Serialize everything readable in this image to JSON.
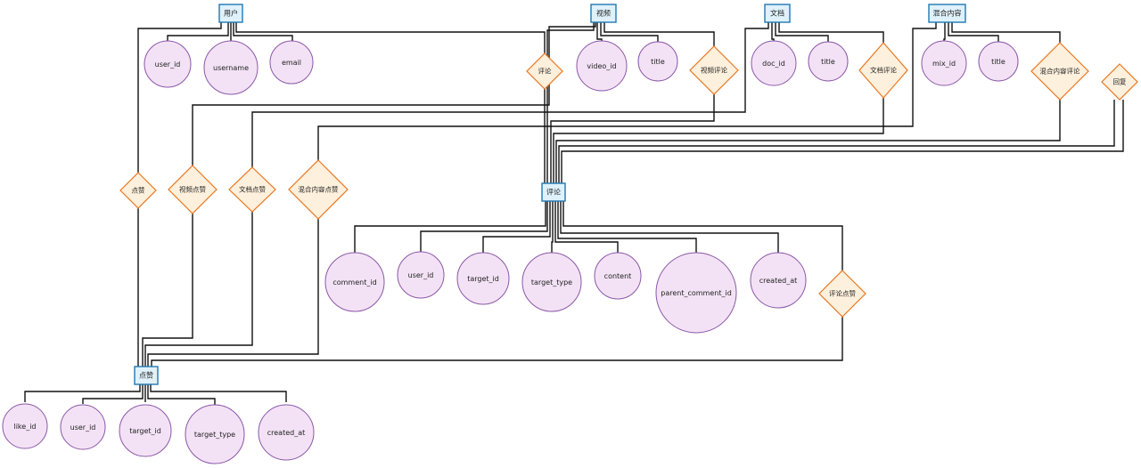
{
  "entities": {
    "user": "用户",
    "video": "视频",
    "doc": "文档",
    "mix": "混合内容",
    "comment": "评论",
    "like": "点赞"
  },
  "attributes": {
    "user_id": "user_id",
    "username": "username",
    "email": "email",
    "video_id": "video_id",
    "video_title": "title",
    "doc_id": "doc_id",
    "doc_title": "title",
    "mix_id": "mix_id",
    "mix_title": "title",
    "comment_id": "comment_id",
    "comment_user_id": "user_id",
    "comment_target_id": "target_id",
    "comment_target_type": "target_type",
    "content": "content",
    "parent_comment_id": "parent_comment_id",
    "comment_created_at": "created_at",
    "like_id": "like_id",
    "like_user_id": "user_id",
    "like_target_id": "target_id",
    "like_target_type": "target_type",
    "like_created_at": "created_at"
  },
  "relations": {
    "user_comment": "评论",
    "video_comment": "视频评论",
    "doc_comment": "文档评论",
    "mix_comment": "混合内容评论",
    "reply": "回复",
    "user_like": "点赞",
    "video_like": "视频点赞",
    "doc_like": "文档点赞",
    "mix_like": "混合内容点赞",
    "comment_like": "评论点赞"
  }
}
